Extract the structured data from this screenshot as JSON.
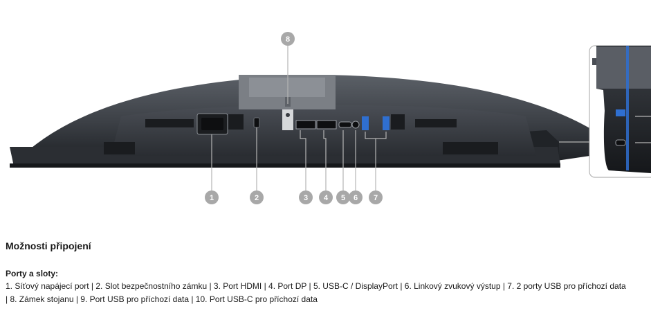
{
  "section": {
    "title": "Možnosti připojení",
    "ports_heading": "Porty a sloty:",
    "ports_description": "1. Síťový napájecí port | 2. Slot bezpečnostního zámku | 3. Port HDMI | 4. Port DP | 5. USB-C / DisplayPort | 6. Linkový zvukový výstup | 7. 2 porty USB pro příchozí data | 8. Zámek stojanu | 9. Port USB pro příchozí data | 10. Port USB-C pro příchozí data"
  },
  "callouts": [
    {
      "number": "1",
      "name": "power-port"
    },
    {
      "number": "2",
      "name": "security-lock-slot"
    },
    {
      "number": "3",
      "name": "hdmi-port"
    },
    {
      "number": "4",
      "name": "dp-port"
    },
    {
      "number": "5",
      "name": "usb-c-displayport"
    },
    {
      "number": "6",
      "name": "audio-line-out"
    },
    {
      "number": "7",
      "name": "usb-downstream-ports"
    },
    {
      "number": "8",
      "name": "stand-lock"
    }
  ],
  "colors": {
    "callout_badge": "#a8a8a8",
    "monitor_body": "#3f4349",
    "usb_port_blue": "#2f6fd0"
  }
}
